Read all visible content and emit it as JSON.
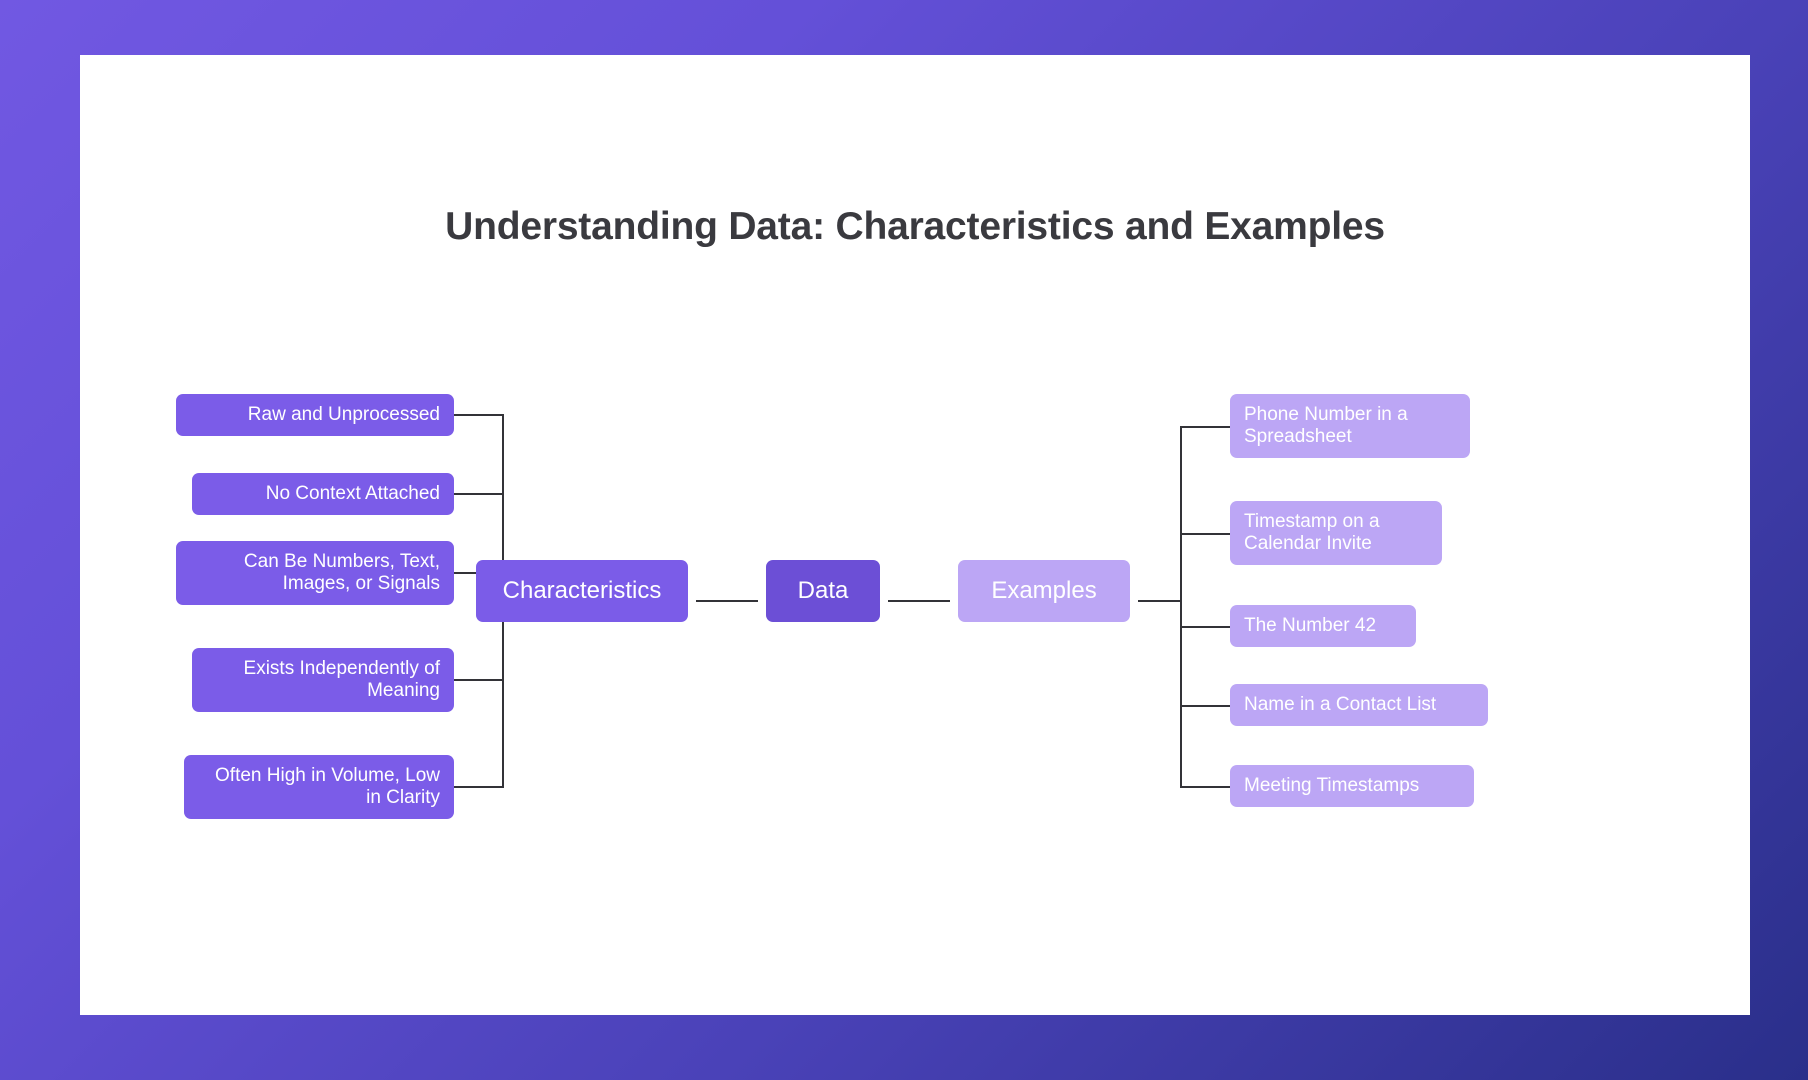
{
  "canvas": {
    "background_color": "#ffffff",
    "page_gradient_from": "#7158e2",
    "page_gradient_to": "#2a2f8a"
  },
  "diagram": {
    "title": "Understanding Data: Characteristics and Examples",
    "type": "mind-map",
    "root": {
      "label": "Data",
      "color": "#6c4fd6"
    },
    "branches": [
      {
        "label": "Characteristics",
        "color": "#7b5ce8",
        "side": "left",
        "children": [
          {
            "label": "Raw and Unprocessed",
            "color": "#7b5ce8"
          },
          {
            "label": "No Context Attached",
            "color": "#7b5ce8"
          },
          {
            "label": "Can Be Numbers, Text, Images, or Signals",
            "color": "#7b5ce8"
          },
          {
            "label": "Exists Independently of Meaning",
            "color": "#7b5ce8"
          },
          {
            "label": "Often High in Volume, Low in Clarity",
            "color": "#7b5ce8"
          }
        ]
      },
      {
        "label": "Examples",
        "color": "#bca6f5",
        "side": "right",
        "children": [
          {
            "label": "Phone Number in a Spreadsheet",
            "color": "#bca6f5"
          },
          {
            "label": "Timestamp on a Calendar Invite",
            "color": "#bca6f5"
          },
          {
            "label": "The Number 42",
            "color": "#bca6f5"
          },
          {
            "label": "Name in a Contact List",
            "color": "#bca6f5"
          },
          {
            "label": "Meeting Timestamps",
            "color": "#bca6f5"
          }
        ]
      }
    ],
    "connector_color": "#333338"
  }
}
